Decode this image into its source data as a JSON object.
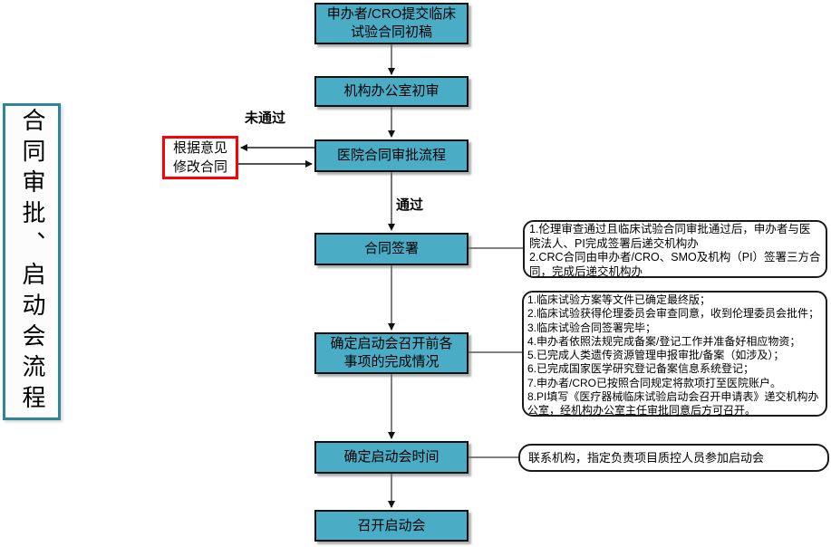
{
  "title": {
    "text": "合同审批、启动会流程"
  },
  "flow": {
    "steps": [
      {
        "label": "申办者/CRO提交临床试验合同初稿"
      },
      {
        "label": "机构办公室初审"
      },
      {
        "label": "医院合同审批流程"
      },
      {
        "label": "合同签署"
      },
      {
        "label": "确定启动会召开前各事项的完成情况"
      },
      {
        "label": "确定启动会时间"
      },
      {
        "label": "召开启动会"
      }
    ],
    "edge_labels": {
      "fail": "未通过",
      "pass": "通过"
    }
  },
  "revise_box": {
    "label": "根据意见修改合同"
  },
  "annotations": {
    "sign_notes": {
      "items": [
        "1.伦理审查通过且临床试验合同审批通过后，申办者与医院法人、PI完成签署后递交机构办",
        "2.CRC合同由申办者/CRO、SMO及机构（PI）签署三方合同，完成后递交机构办"
      ]
    },
    "checklist": {
      "items": [
        "1.临床试验方案等文件已确定最终版；",
        "2.临床试验获得伦理委员会审查同意，收到伦理委员会批件；",
        "3.临床试验合同签署完毕；",
        "4.申办者依照法规完成备案/登记工作并准备好相应物资；",
        "5.已完成人类遗传资源管理申报审批/备案（如涉及）；",
        "6.已完成国家医学研究登记备案信息系统登记；",
        "7.申办者/CRO已按照合同规定将款项打至医院账户。",
        "8.PI填写《医疗器械临床试验启动会召开申请表》递交机构办公室，经机构办公室主任审批同意后方可召开。"
      ]
    },
    "schedule_note": {
      "text": "联系机构，指定负责项目质控人员参加启动会"
    }
  },
  "colors": {
    "box_fill": "#4bacc6",
    "box_border": "#111111",
    "title_border": "#31859b",
    "alert_border": "#ff0000",
    "connector_gray": "#808080",
    "connector_black": "#1a1a1a"
  }
}
